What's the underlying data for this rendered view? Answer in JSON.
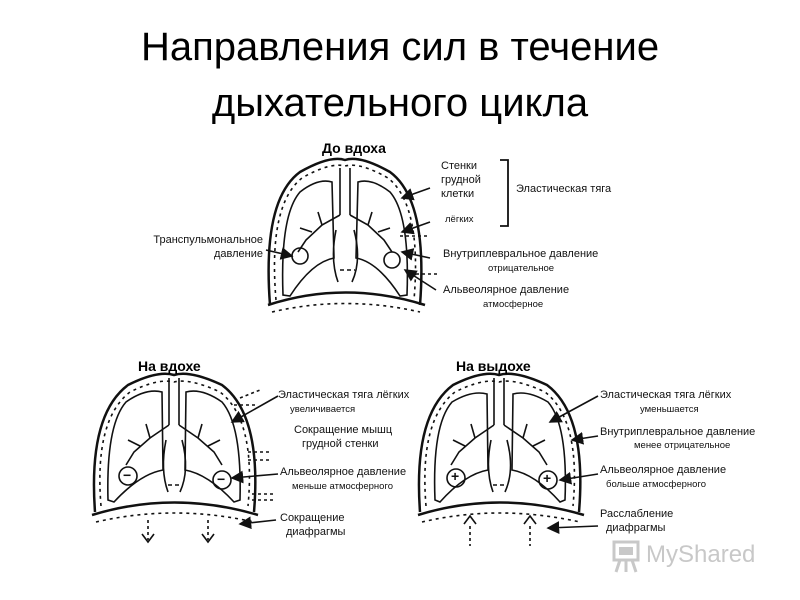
{
  "title": {
    "line1": "Направления сил в течение",
    "line2": "дыхательного цикла"
  },
  "panels": {
    "before": {
      "heading": "До вдоха",
      "labels": {
        "chest_walls_1": "Стенки",
        "chest_walls_2": "грудной",
        "chest_walls_3": "клетки",
        "elastic": "Эластическая тяга",
        "lungs": "лёгких",
        "transpulmonary_1": "Транспульмональное",
        "transpulmonary_2": "давление",
        "intrapleural": "Внутриплевральное давление",
        "intrapleural_sub": "отрицательное",
        "alveolar": "Альвеолярное давление",
        "alveolar_sub": "атмосферное"
      }
    },
    "inhale": {
      "heading": "На вдохе",
      "labels": {
        "elastic": "Эластическая тяга лёгких",
        "elastic_sub": "увеличивается",
        "muscles_1": "Сокращение мышц",
        "muscles_2": "грудной стенки",
        "alveolar": "Альвеолярное давление",
        "alveolar_sub": "меньше атмосферного",
        "diaphragm_1": "Сокращение",
        "diaphragm_2": "диафрагмы"
      }
    },
    "exhale": {
      "heading": "На выдохе",
      "labels": {
        "elastic": "Эластическая тяга лёгких",
        "elastic_sub": "уменьшается",
        "intrapleural": "Внутриплевральное давление",
        "intrapleural_sub": "менее отрицательное",
        "alveolar": "Альвеолярное давление",
        "alveolar_sub": "больше атмосферного",
        "diaphragm_1": "Расслабление",
        "diaphragm_2": "диафрагмы"
      }
    }
  },
  "signs": {
    "minus": "−",
    "plus": "+"
  },
  "watermark": {
    "text": "MyShared",
    "icon": "presentation-board-icon",
    "color": "#c8c8c8"
  }
}
